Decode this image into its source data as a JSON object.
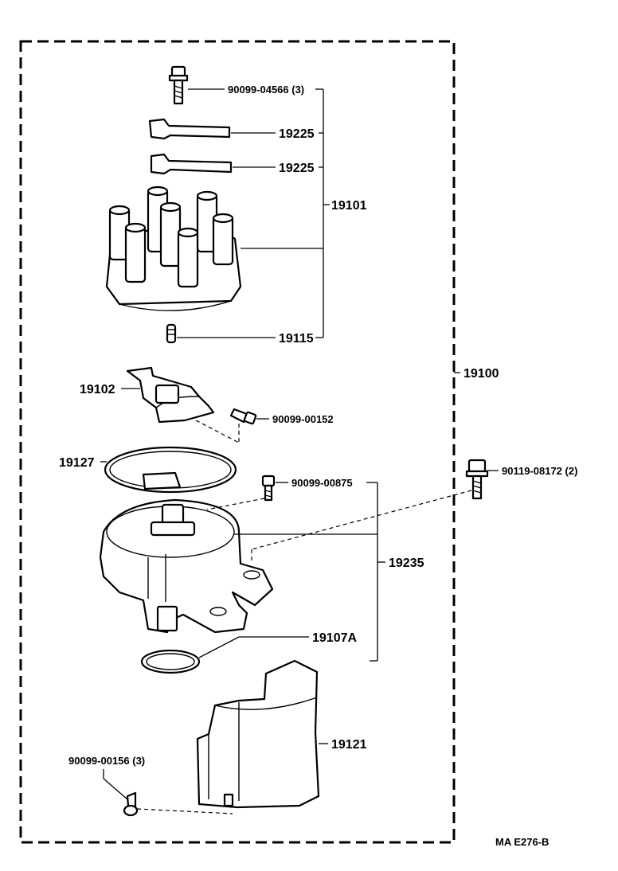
{
  "labels": {
    "bolt_cap": "90099-04566 (3)",
    "clip_upper": "19225",
    "clip_lower": "19225",
    "cap_assy": "19101",
    "carbon_center": "19115",
    "rotor": "19102",
    "screw_rotor": "90099-00152",
    "gasket_cap": "19127",
    "screw_housing": "90099-00875",
    "distributor_assy": "19100",
    "bolt_mount": "90119-08172 (2)",
    "housing_assy": "19235",
    "oring": "19107A",
    "cover": "19121",
    "screw_cover": "90099-00156 (3)",
    "diagram_code": "MA E276-B"
  }
}
